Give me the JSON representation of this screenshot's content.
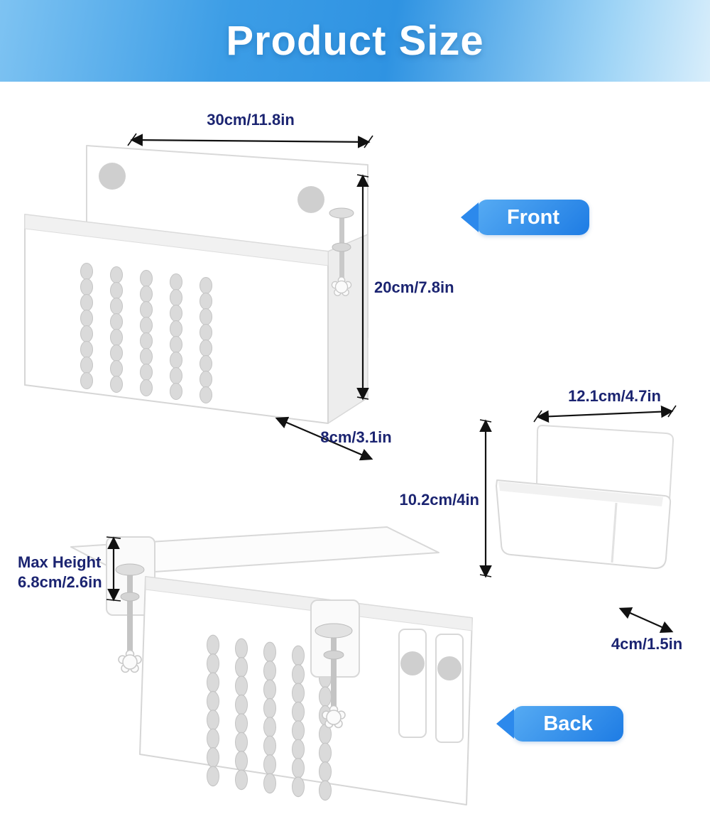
{
  "header": {
    "title": "Product Size"
  },
  "front_view": {
    "tag": "Front",
    "width": "30cm/11.8in",
    "height": "20cm/7.8in",
    "depth": "8cm/3.1in"
  },
  "back_view": {
    "tag": "Back",
    "max_height_label": "Max Height",
    "max_height_value": "6.8cm/2.6in"
  },
  "pen_holder": {
    "width": "12.1cm/4.7in",
    "height": "10.2cm/4in",
    "depth": "4cm/1.5in"
  },
  "colors": {
    "banner_blue": "#3c9de6",
    "tag_blue": "#2c89ec",
    "dimension_text": "#1b2471",
    "arrow_black": "#111111"
  }
}
